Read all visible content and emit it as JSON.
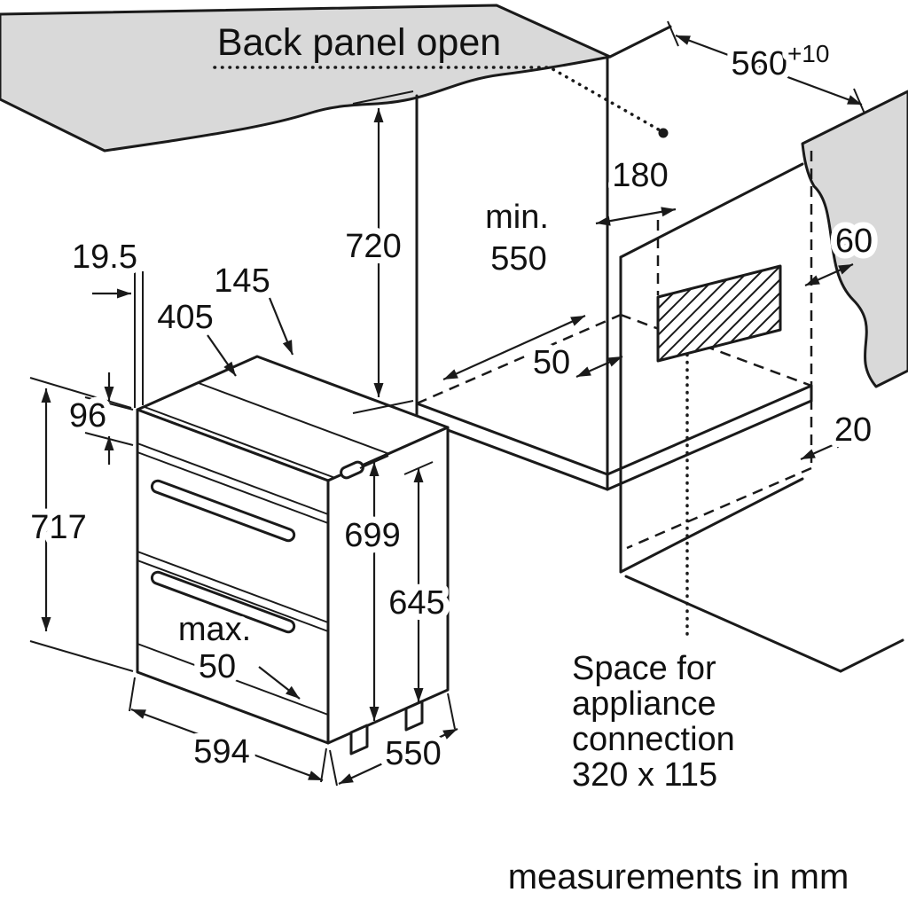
{
  "diagram": {
    "back_panel_label": "Back panel open",
    "footer": "measurements in mm",
    "note": {
      "line1": "Space for",
      "line2": "appliance",
      "line3": "connection",
      "line4": "320 x 115"
    },
    "dims": {
      "niche_width": "560",
      "niche_width_tol": "+10",
      "niche_height": "720",
      "conn_top_offset": "180",
      "min_label": "min.",
      "min_depth": "550",
      "side_gap": "60",
      "floor_back_gap": "50",
      "back_gap": "20",
      "top_inset": "19.5",
      "top_front": "145",
      "top_back": "405",
      "panel_height": "96",
      "total_height": "717",
      "body_height": "699",
      "inner_height": "645",
      "plinth_label": "max.",
      "plinth_value": "50",
      "width": "594",
      "depth": "550"
    },
    "colors": {
      "line": "#1a1a1a",
      "surface": "#d9d9d9"
    }
  }
}
